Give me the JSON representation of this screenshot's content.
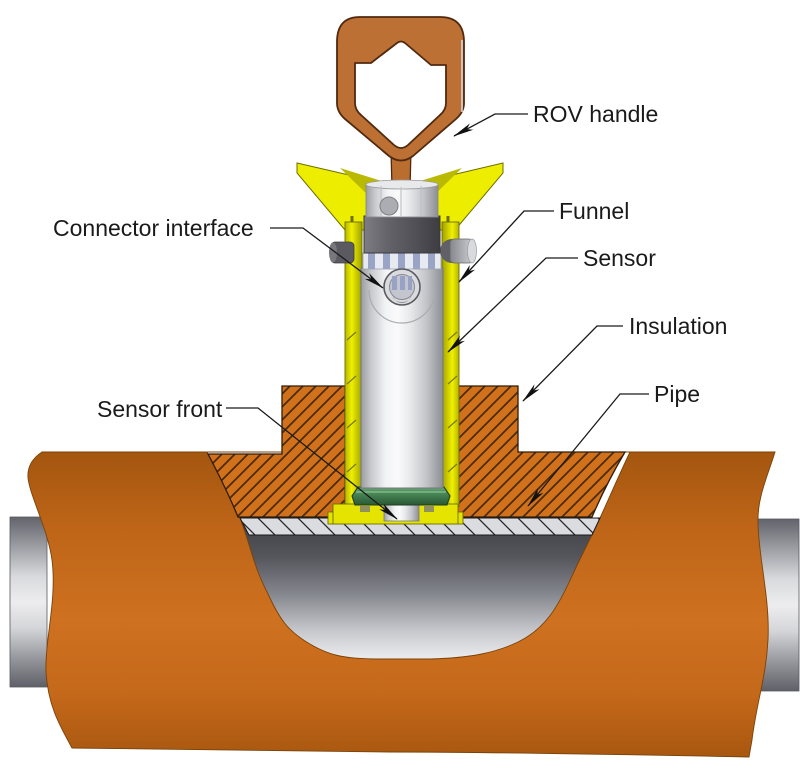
{
  "diagram": {
    "type": "engineering-cross-section",
    "labels": {
      "rov_handle": "ROV handle",
      "funnel": "Funnel",
      "sensor": "Sensor",
      "insulation": "Insulation",
      "pipe": "Pipe",
      "connector_interface": "Connector interface",
      "sensor_front": "Sensor front"
    },
    "colors": {
      "handle_orange": "#B96E33",
      "funnel_yellow": "#E8E800",
      "insulation_orange": "#D2711C",
      "insulation_hatch": "#4A2B0E",
      "pipe_silver": "#C6C8CC",
      "pipe_wall_gray": "#DBDCDF",
      "seal_green": "#3C7A4C",
      "line_black": "#1A1A1A",
      "background": "#FFFFFF"
    }
  }
}
